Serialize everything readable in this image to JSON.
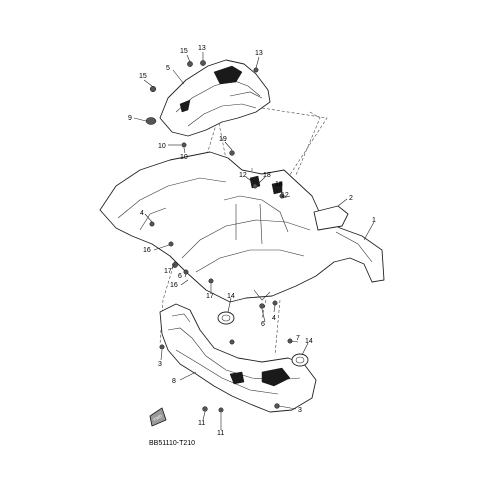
{
  "diagram_code": "BB51110-T210",
  "front_arrow_label": "FWD",
  "callouts": [
    "15",
    "13",
    "13",
    "5",
    "15",
    "9",
    "10",
    "10",
    "19",
    "12",
    "18",
    "18",
    "12",
    "2",
    "1",
    "4",
    "16",
    "17",
    "6",
    "16",
    "17",
    "14",
    "4",
    "6",
    "7",
    "14",
    "3",
    "8",
    "3",
    "11",
    "11"
  ]
}
